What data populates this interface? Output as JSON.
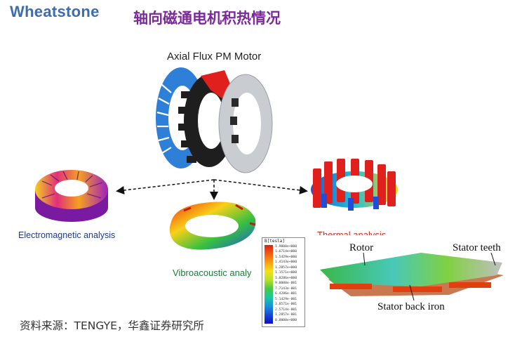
{
  "header": {
    "brand": "Wheatstone",
    "title": "轴向磁通电机积热情况"
  },
  "diagram": {
    "motor_label": "Axial Flux PM Motor",
    "em_label": "Electromagnetic analysis",
    "vib_label": "Vibroacoustic analysis",
    "thermal_label": "Thermal analysis",
    "rotor_label": "Rotor",
    "stator_teeth_label": "Stator teeth",
    "stator_back_iron_label": "Stator back iron"
  },
  "legend": {
    "title": "B[tesla]",
    "values": [
      "1.9000e+000",
      "1.6714e+000",
      "1.5429e+000",
      "1.4143e+000",
      "1.2857e+000",
      "1.1571e+000",
      "1.0286e+000",
      "9.0000e-001",
      "7.7143e-001",
      "6.4286e-001",
      "5.1429e-001",
      "3.8571e-001",
      "2.5714e-001",
      "1.2857e-001",
      "0.0000e+000"
    ]
  },
  "footer": {
    "source": "资料来源：TENGYE，华鑫证券研究所"
  },
  "colors": {
    "brand": "#3d6db0",
    "title": "#7a2a9a",
    "rotor_red": "#e0201c",
    "stator_blue": "#2e7fd8"
  }
}
